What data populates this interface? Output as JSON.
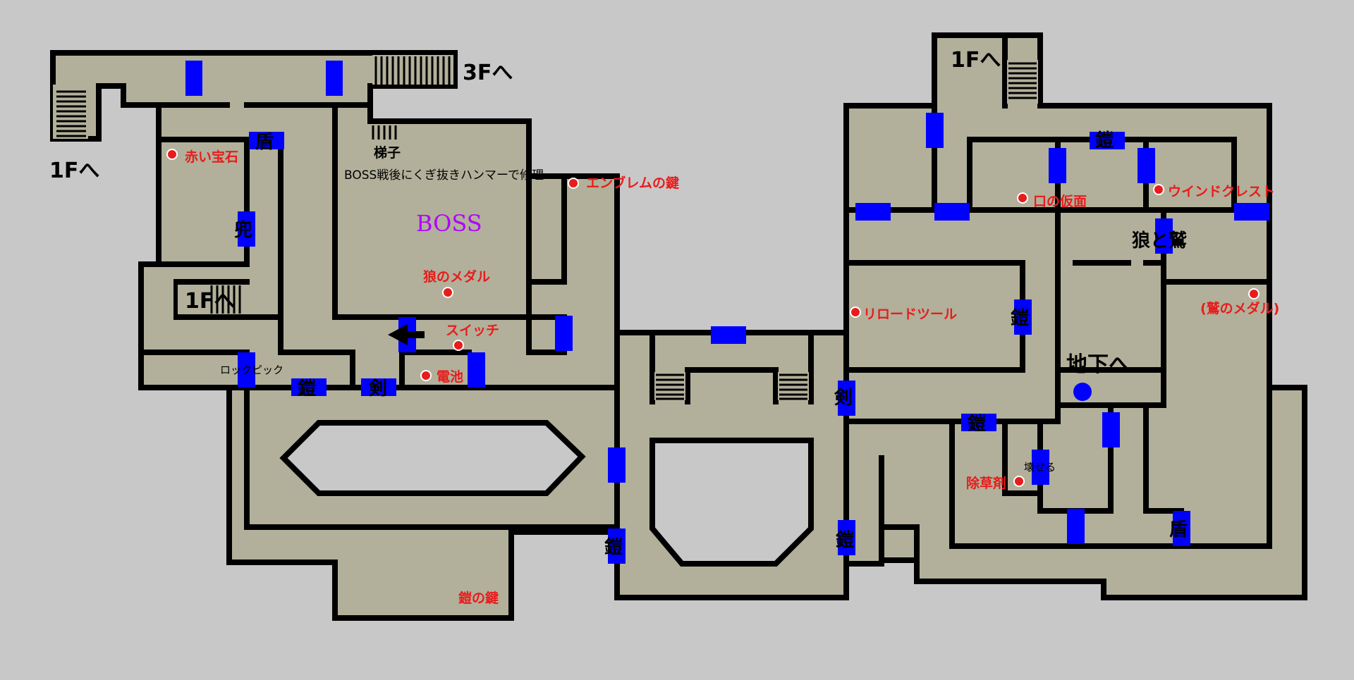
{
  "floor_labels": {
    "stairs_1f_topleft": "1Fへ",
    "stairs_3f": "3Fへ",
    "stairs_1f_left_mid": "1Fへ",
    "stairs_1f_topright": "1Fへ",
    "ladder": "梯子",
    "basement": "地下へ"
  },
  "boss_note": "BOSS戦後にくぎ抜きハンマーで修理",
  "boss_label": "BOSS",
  "door_labels": {
    "shield_top": "盾",
    "helmet": "兜",
    "armor_left": "鎧",
    "sword_left": "剣",
    "lockpick": "ロックピック",
    "armor_center": "鎧",
    "sword_center": "剣",
    "armor_center_low": "鎧",
    "armor_right_top": "鎧",
    "wolf_eagle": "狼と鷲",
    "armor_right_mid": "鎧",
    "armor_right_low": "鎧",
    "breakable": "壊せる",
    "shield_right": "盾"
  },
  "items": {
    "red_gem": "赤い宝石",
    "emblem_key": "エンブレムの鍵",
    "wolf_medal": "狼のメダル",
    "switch": "スイッチ",
    "battery": "電池",
    "armor_key": "鎧の鍵",
    "mouth_mask": "口の仮面",
    "wind_crest": "ウインドクレスト",
    "reload_tool": "リロードツール",
    "eagle_medal": "(鷲のメダル)",
    "herbicide": "除草剤"
  },
  "colors": {
    "background": "#c8c8c8",
    "floor": "#b2b09a",
    "wall": "#000000",
    "door": "#0000ff",
    "item_text": "#e81c1c",
    "boss_text": "#b000ff"
  },
  "icons": [
    "direction-arrow-icon",
    "item-marker-icon",
    "location-dot-icon",
    "stairs-icon"
  ]
}
